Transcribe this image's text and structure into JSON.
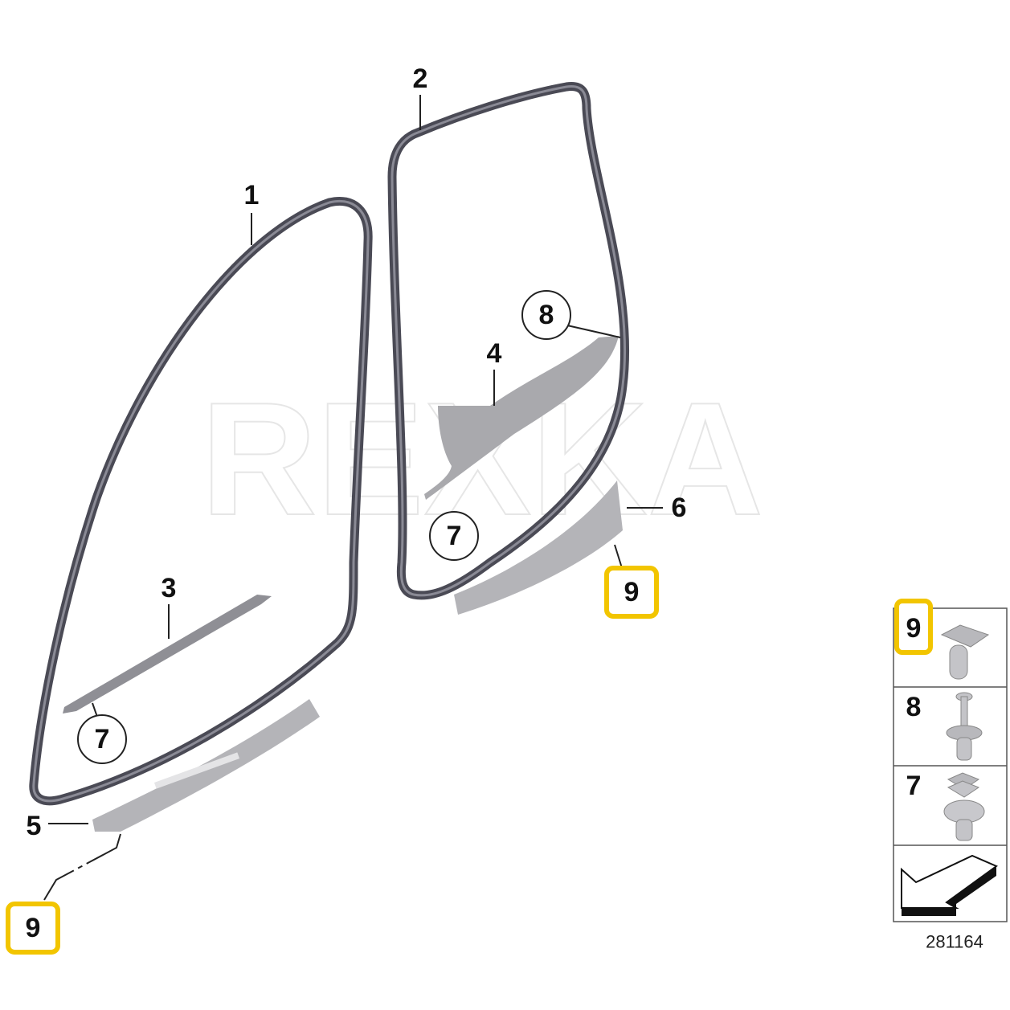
{
  "watermark": "REXKA",
  "callouts": {
    "c1": "1",
    "c2": "2",
    "c3": "3",
    "c4": "4",
    "c5": "5",
    "c6": "6",
    "c7a": "7",
    "c7b": "7",
    "c8": "8",
    "c9a": "9",
    "c9b": "9"
  },
  "legend": {
    "rows": [
      {
        "label": "9",
        "highlighted": true,
        "icon": "push-clip-icon"
      },
      {
        "label": "8",
        "highlighted": false,
        "icon": "expanding-rivet-icon"
      },
      {
        "label": "7",
        "highlighted": false,
        "icon": "clip-nut-icon"
      },
      {
        "label": "",
        "highlighted": false,
        "icon": "direction-arrow-icon"
      }
    ],
    "diagram_number": "281164"
  },
  "colors": {
    "highlight": "#f2c500",
    "seal": "#4a4a55",
    "trim": "#a9a9ad"
  }
}
